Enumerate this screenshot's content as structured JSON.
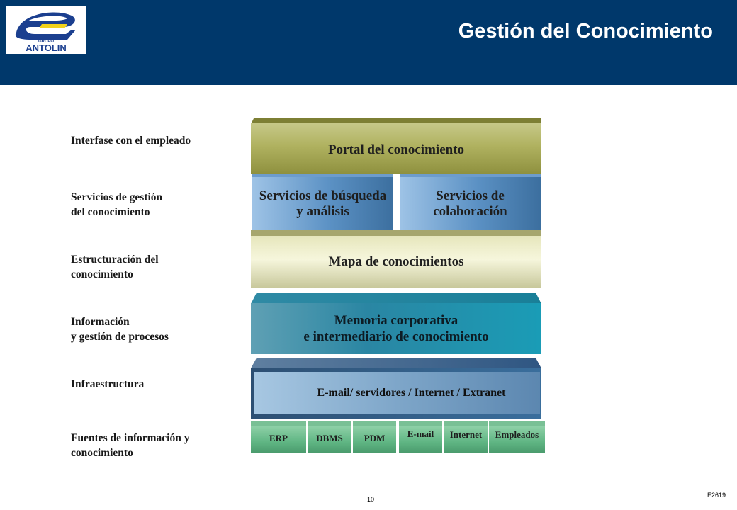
{
  "header": {
    "title": "Gestión del Conocimiento",
    "logo": {
      "small_text": "GRUPO",
      "brand": "ANTOLIN"
    }
  },
  "labels": [
    {
      "line1": "Interfase con el empleado",
      "line2": ""
    },
    {
      "line1": "Servicios de gestión",
      "line2": "del conocimiento"
    },
    {
      "line1": "Estructuración del",
      "line2": "conocimiento"
    },
    {
      "line1": "Información",
      "line2": "y gestión de procesos"
    },
    {
      "line1": "Infraestructura",
      "line2": ""
    },
    {
      "line1": "Fuentes de información y",
      "line2": "conocimiento"
    }
  ],
  "layers": {
    "portal": "Portal del conocimiento",
    "busqueda": {
      "line1": "Servicios de búsqueda",
      "line2": "y análisis"
    },
    "colaboracion": {
      "line1": "Servicios de",
      "line2": "colaboración"
    },
    "mapa": "Mapa de conocimientos",
    "memoria": {
      "line1": "Memoria corporativa",
      "line2": "e intermediario de conocimiento"
    },
    "infraestructura": "E-mail/ servidores / Internet / Extranet"
  },
  "sources": [
    "ERP",
    "DBMS",
    "PDM",
    "E-mail",
    "Internet",
    "Empleados"
  ],
  "footer": {
    "page_number": "10",
    "code": "E2619"
  },
  "colors": {
    "header_bg": "#00386b",
    "logo_blue": "#1b3f8f",
    "logo_yellow": "#f2d21b"
  }
}
